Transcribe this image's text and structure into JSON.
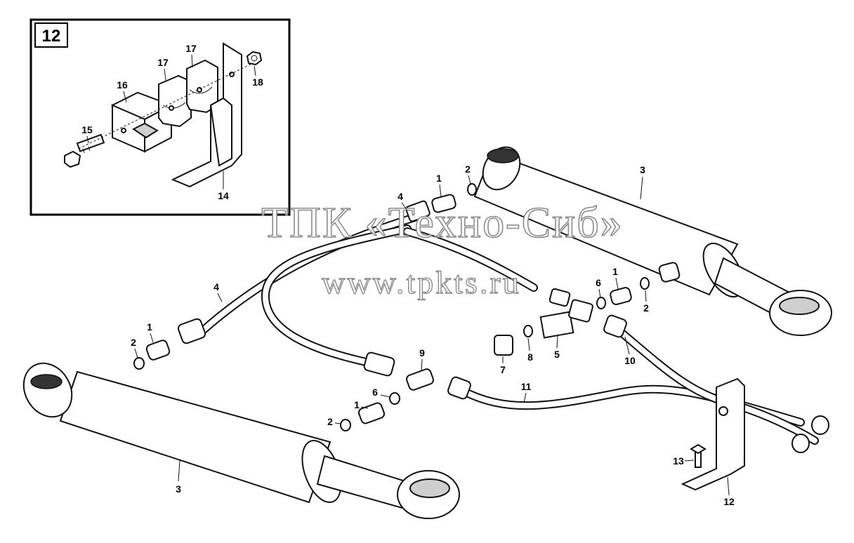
{
  "inset": {
    "number": "12",
    "labels": {
      "l14": "14",
      "l15": "15",
      "l16": "16",
      "l17a": "17",
      "l17b": "17",
      "l18": "18"
    }
  },
  "watermark": {
    "line1": "ТПК «Техно-Сиб»",
    "line2": "www.tpkts.ru"
  },
  "callouts": {
    "c1_top": "1",
    "c2_top": "2",
    "c3_right": "3",
    "c4_top": "4",
    "c4_mid": "4",
    "c1_left": "1",
    "c2_left": "2",
    "c3_left": "3",
    "c9": "9",
    "c6_mid": "6",
    "c1_mid": "1",
    "c2_mid": "2",
    "c11": "11",
    "c1_right": "1",
    "c6_right": "6",
    "c2_right": "2",
    "c7": "7",
    "c8": "8",
    "c5": "5",
    "c10": "10",
    "c13": "13",
    "c12": "12"
  }
}
